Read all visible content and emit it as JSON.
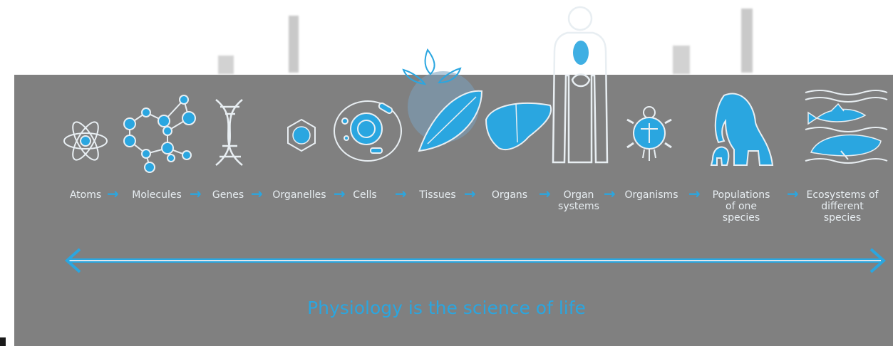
{
  "stages": [
    {
      "label": "Atoms",
      "icon": "atom-icon"
    },
    {
      "label": "Molecules",
      "icon": "molecule-icon"
    },
    {
      "label": "Genes",
      "icon": "dna-icon"
    },
    {
      "label": "Organelles",
      "icon": "organelle-icon"
    },
    {
      "label": "Cells",
      "icon": "cell-icon"
    },
    {
      "label": "Tissues",
      "icon": "tissue-icon"
    },
    {
      "label": "Organs",
      "icon": "liver-icon"
    },
    {
      "label": "Organ systems",
      "icon": "human-body-icon"
    },
    {
      "label": "Organisms",
      "icon": "turtle-icon"
    },
    {
      "label": "Populations of one species",
      "icon": "elephants-icon"
    },
    {
      "label": "Ecosystems of different species",
      "icon": "fish-whale-icon"
    }
  ],
  "arrow_glyph": "→",
  "tagline": "Physiology is the science of life",
  "colors": {
    "accent": "#2aa6e0",
    "panel": "#808080",
    "label": "#e8eef2",
    "line": "#dfe8ee"
  }
}
